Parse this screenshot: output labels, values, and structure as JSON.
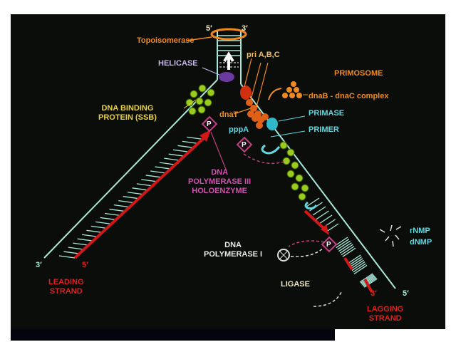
{
  "labels": {
    "topoisomerase": "Topoisomerase",
    "top_5prime": "5′",
    "top_3prime": "3′",
    "helicase": "HELICASE",
    "pri": "pri A,B,C",
    "primosome": "PRIMOSOME",
    "dnab_dnac": "dnaB - dnaC complex",
    "ssb_line1": "DNA BINDING",
    "ssb_line2": "PROTEIN (SSB)",
    "dnat": "dnaT",
    "primase": "PRIMASE",
    "primer": "PRIMER",
    "pppa": "pppA",
    "pol3_line1": "DNA",
    "pol3_line2": "POLYMERASE III",
    "pol3_line3": "HOLOENZYME",
    "rnmp": "rNMP",
    "dnmp": "dNMP",
    "pol1_line1": "DNA",
    "pol1_line2": "POLYMERASE I",
    "ligase": "LIGASE",
    "leading_3prime": "3′",
    "leading_5prime": "5′",
    "leading_line1": "LEADING",
    "leading_line2": "STRAND",
    "lagging_3prime": "3′",
    "lagging_5prime": "5′",
    "lagging_line1": "LAGGING",
    "lagging_line2": "STRAND",
    "phosphate": "P"
  },
  "colors": {
    "strand": "#a8e8d8",
    "new_strand": "#d01818",
    "orange": "#f08a20",
    "yellow": "#e8d040",
    "cyan": "#60d8e0",
    "magenta": "#c040a0",
    "lavender": "#c8b8f0",
    "ssb": "#9acc20"
  }
}
